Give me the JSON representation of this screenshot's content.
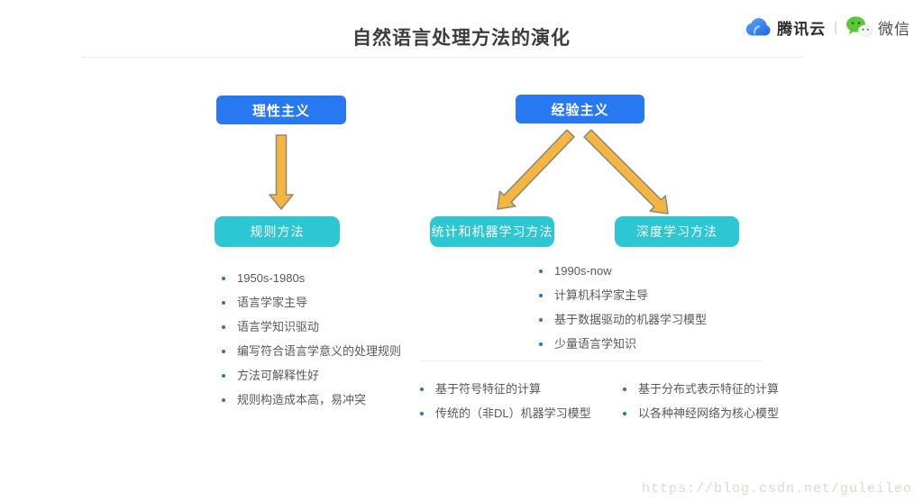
{
  "header": {
    "title": "自然语言处理方法的演化",
    "brand": {
      "tencent_cloud": "腾讯云",
      "separator": "|",
      "wechat": "微信"
    }
  },
  "colors": {
    "root_node_blue": "#2878F2",
    "method_node_teal": "#2CC7D3",
    "arrow_orange": "#F4B63F",
    "arrow_outline": "#8F8A7C",
    "bullet_blue": "#2E75B6",
    "body_text": "#595959"
  },
  "diagram": {
    "root_nodes": {
      "rational": "理性主义",
      "empirical": "经验主义"
    },
    "method_nodes": {
      "rule": "规则方法",
      "statistical": "统计和机器学习方法",
      "deep": "深度学习方法"
    },
    "lists": {
      "rule": {
        "items": [
          "1950s-1980s",
          "语言学家主导",
          "语言学知识驱动",
          "编写符合语言学意义的处理规则",
          "方法可解释性好",
          "规则构造成本高，易冲突"
        ]
      },
      "empirical": {
        "items": [
          "1990s-now",
          "计算机科学家主导",
          "基于数据驱动的机器学习模型",
          "少量语言学知识"
        ]
      },
      "statistical": {
        "items": [
          "基于符号特征的计算",
          "传统的（非DL）机器学习模型"
        ]
      },
      "deep": {
        "items": [
          "基于分布式表示特征的计算",
          "以各种神经网络为核心模型"
        ]
      }
    }
  },
  "watermark": "https://blog.csdn.net/guleileo"
}
